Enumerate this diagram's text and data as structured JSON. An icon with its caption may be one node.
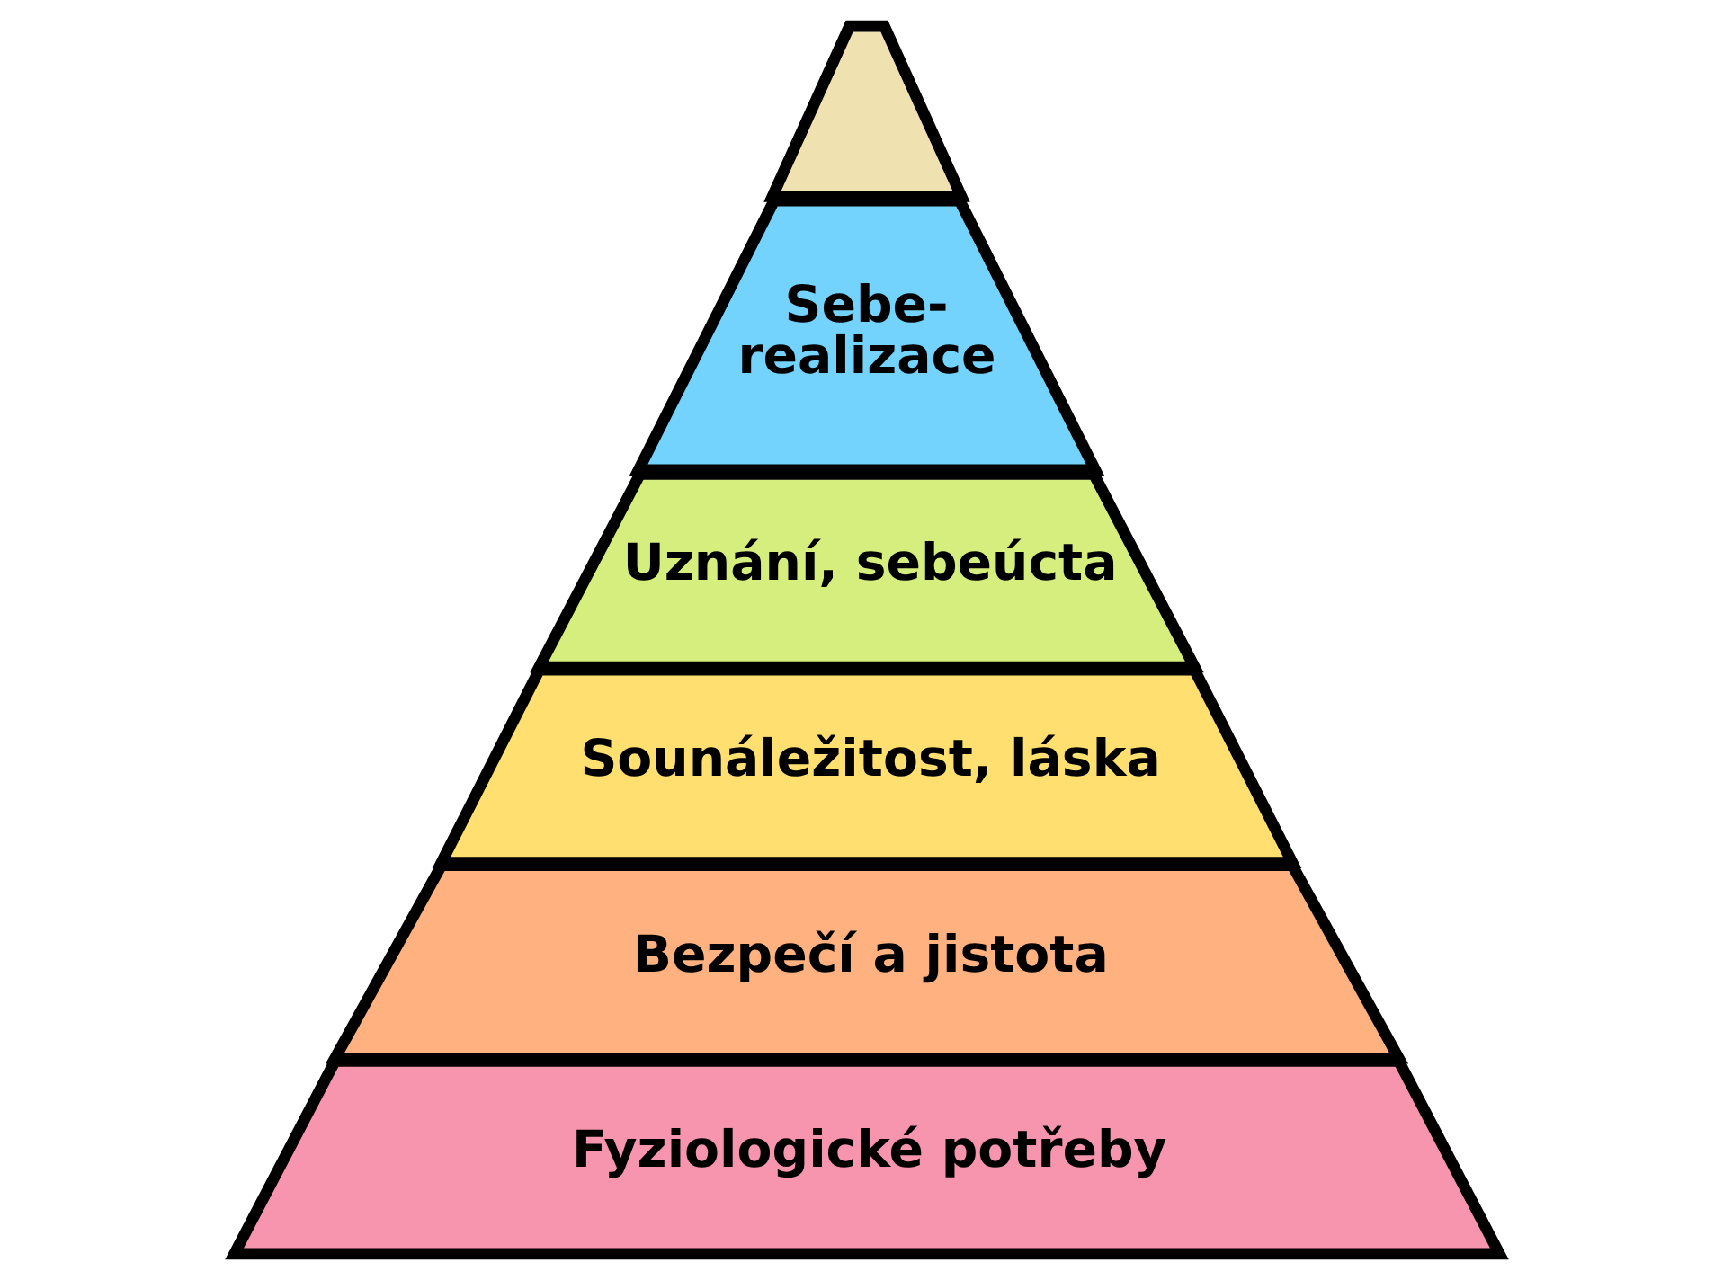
{
  "diagram": {
    "nodes": [
      {
        "text": [],
        "shape": "triangle"
      },
      {
        "text": [
          "Sebe- realizace"
        ]
      },
      {
        "text": [
          "Uznání, sebeúcta"
        ]
      },
      {
        "text": [
          "Sounáležitost, láska"
        ]
      },
      {
        "text": [
          "Bezpečí a jistota"
        ]
      },
      {
        "text": [
          "Fyziologické potřeby"
        ]
      }
    ]
  }
}
